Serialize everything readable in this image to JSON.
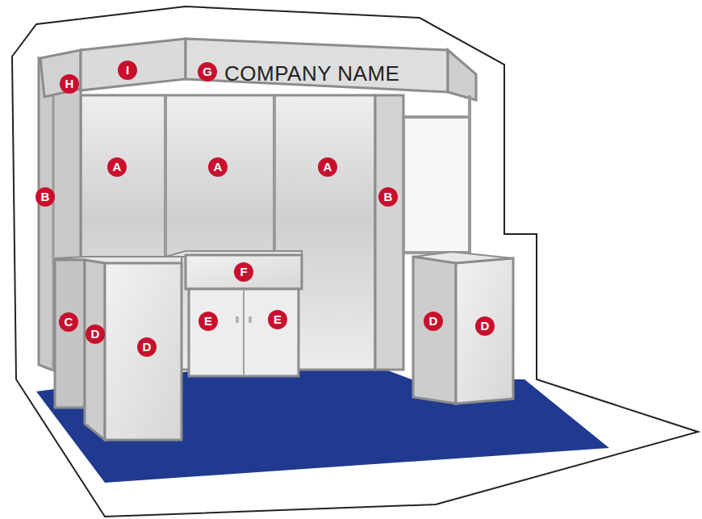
{
  "diagram": {
    "labels": [
      "I",
      "G",
      "COMPANY NAME",
      "H",
      "A",
      "A",
      "A",
      "B",
      "B",
      "F",
      "C",
      "D",
      "D",
      "E",
      "E",
      "D",
      "D"
    ]
  }
}
